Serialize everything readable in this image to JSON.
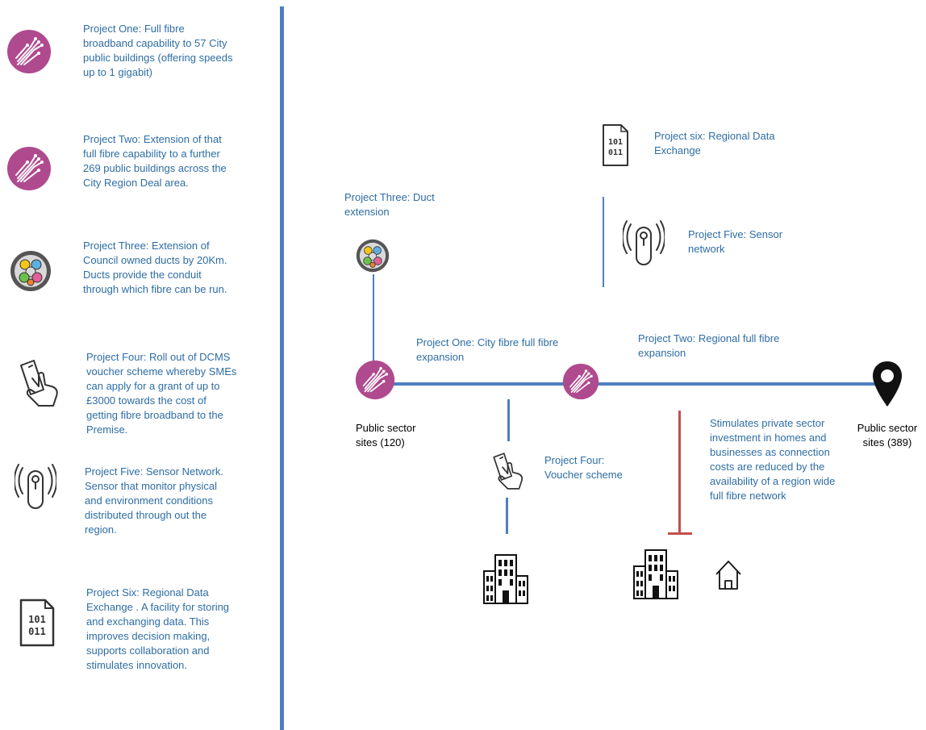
{
  "legend": [
    {
      "icon": "fibre-icon",
      "text": "Project One: Full fibre broadband capability to 57 City public buildings (offering speeds up to 1 gigabit)"
    },
    {
      "icon": "fibre-icon",
      "text": "Project Two: Extension of that full fibre capability to a further 269 public buildings across the City Region Deal area."
    },
    {
      "icon": "duct-cable-icon",
      "text": "Project Three: Extension of Council owned ducts by 20Km.  Ducts provide the conduit through which fibre can be run."
    },
    {
      "icon": "voucher-hand-icon",
      "text": "Project Four: Roll out of DCMS voucher scheme whereby SMEs can apply for a grant of up to £3000 towards the cost of getting fibre broadband to the Premise."
    },
    {
      "icon": "sensor-icon",
      "text": "Project Five: Sensor Network.  Sensor that monitor physical and environment conditions distributed through out the region."
    },
    {
      "icon": "binary-file-icon",
      "text": "Project Six: Regional Data Exchange .  A facility for storing and exchanging data.  This improves decision making, supports collaboration and stimulates innovation."
    }
  ],
  "diagram": {
    "project_six": "Project six: Regional Data Exchange",
    "project_three": "Project Three: Duct extension",
    "project_five": "Project Five: Sensor network",
    "project_one": "Project One: City fibre full fibre expansion",
    "project_two": "Project Two: Regional  full fibre expansion",
    "project_four": "Project Four: Voucher scheme",
    "public_sites_left": "Public sector sites (120)",
    "public_sites_right": "Public sector sites (389)",
    "stimulates": "Stimulates private sector investment in homes and businesses as connection costs are reduced by the availability of a region wide full fibre network"
  },
  "colors": {
    "line_blue": "#4e7fc0",
    "text_blue": "#2e6da4",
    "fibre_purple": "#b04a8f",
    "red_line": "#c0504d"
  }
}
